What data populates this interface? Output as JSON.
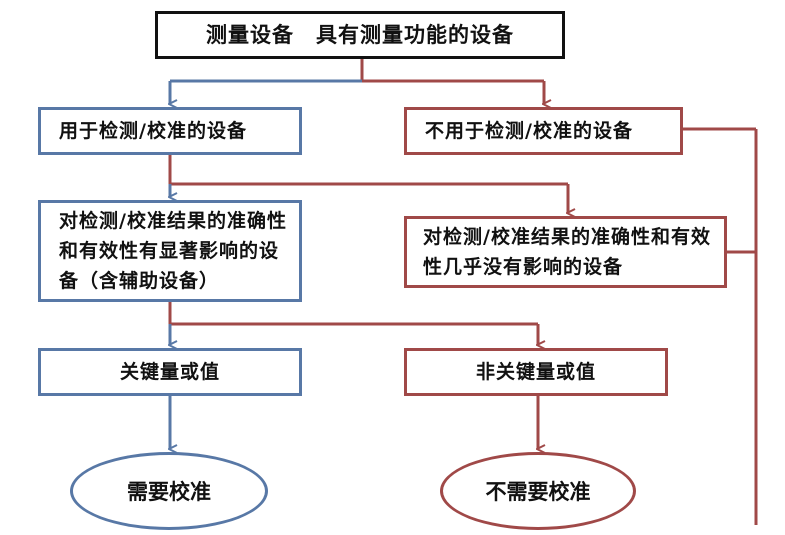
{
  "diagram": {
    "top_box": "测量设备　具有测量功能的设备",
    "used_box": "用于检测/校准的设备",
    "not_used_box": "不用于检测/校准的设备",
    "significant_box": "对检测/校准结果的准确性和有效性有显著影响的设备（含辅助设备）",
    "no_effect_box": "对检测/校准结果的准确性和有效性几乎没有影响的设备",
    "key_box": "关键量或值",
    "non_key_box": "非关键量或值",
    "needs_calibration": "需要校准",
    "no_calibration": "不需要校准"
  },
  "colors": {
    "blue": "#5878A6",
    "red": "#A04948",
    "black": "#111111"
  }
}
